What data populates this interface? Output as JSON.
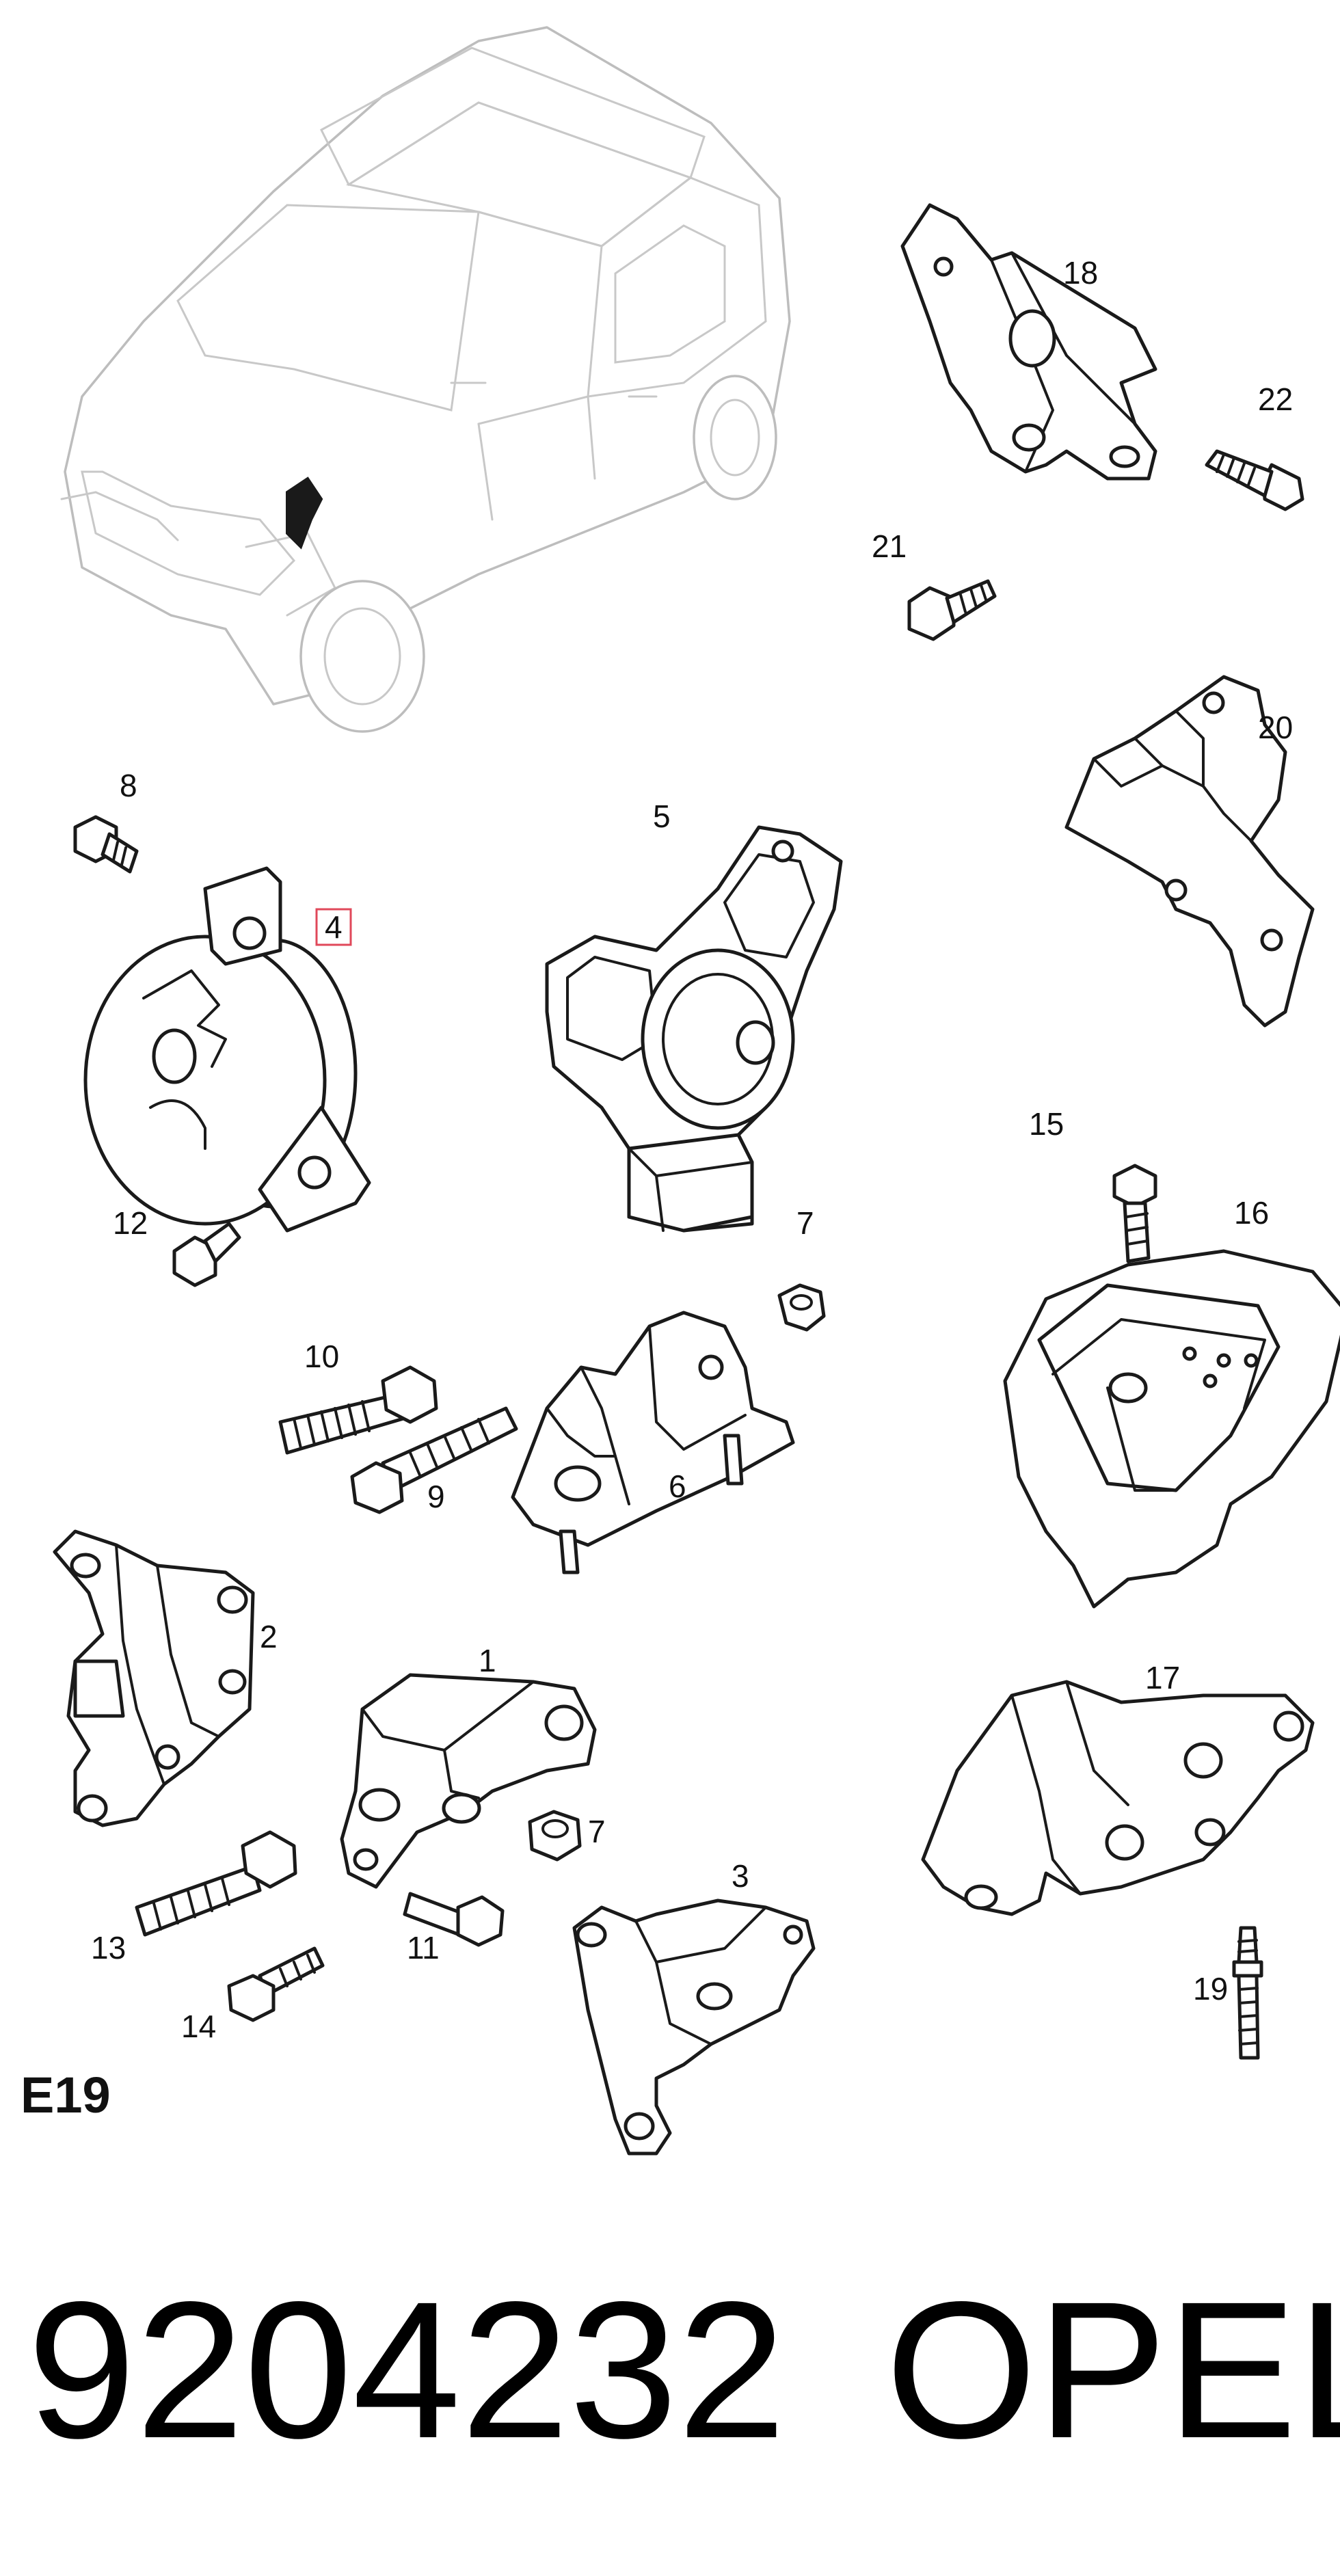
{
  "section_code": "E19",
  "part_number": "9204232",
  "brand": "OPEL",
  "highlighted_callout": "4",
  "highlight_color": "#e0485a",
  "callouts": {
    "c1": "1",
    "c2": "2",
    "c3": "3",
    "c4": "4",
    "c5": "5",
    "c6": "6",
    "c7a": "7",
    "c7b": "7",
    "c8": "8",
    "c9": "9",
    "c10": "10",
    "c11": "11",
    "c12": "12",
    "c13": "13",
    "c14": "14",
    "c15": "15",
    "c16": "16",
    "c17": "17",
    "c18": "18",
    "c19": "19",
    "c20": "20",
    "c21": "21",
    "c22": "22"
  }
}
